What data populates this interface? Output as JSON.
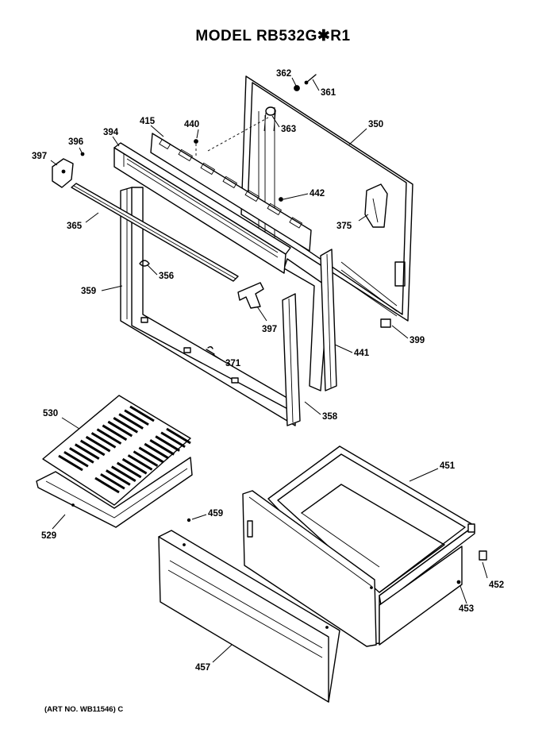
{
  "title": "MODEL RB532G✱R1",
  "footer": "(ART NO. WB11546) C",
  "callouts": {
    "c362": "362",
    "c361": "361",
    "c363": "363",
    "c350": "350",
    "c415": "415",
    "c440": "440",
    "c394": "394",
    "c396": "396",
    "c397a": "397",
    "c442": "442",
    "c375": "375",
    "c365": "365",
    "c356": "356",
    "c359": "359",
    "c397b": "397",
    "c399": "399",
    "c441": "441",
    "c371": "371",
    "c358": "358",
    "c530": "530",
    "c529": "529",
    "c451": "451",
    "c459": "459",
    "c452": "452",
    "c453": "453",
    "c457": "457"
  }
}
